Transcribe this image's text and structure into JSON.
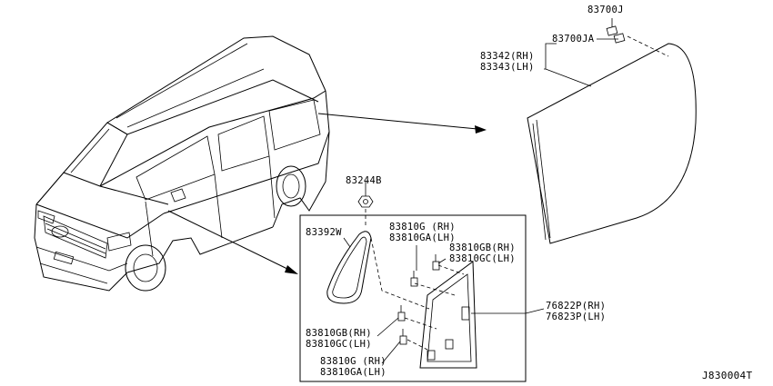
{
  "labels": {
    "p83700J": "83700J",
    "p83700JA": "83700JA",
    "p83342": "83342(RH)",
    "p83343": "83343(LH)",
    "p83244B": "83244B",
    "p83392W": "83392W",
    "p83810G_a": "83810G (RH)",
    "p83810GA_a": "83810GA(LH)",
    "p83810GB_a": "83810GB(RH)",
    "p83810GC_a": "83810GC(LH)",
    "p83810GB_b": "83810GB(RH)",
    "p83810GC_b": "83810GC(LH)",
    "p83810G_b": "83810G (RH)",
    "p83810GA_b": "83810GA(LH)",
    "p76822P": "76822P(RH)",
    "p76823P": "76823P(LH)",
    "diagram_code": "J830004T"
  },
  "colors": {
    "line": "#000000",
    "background": "#ffffff"
  }
}
